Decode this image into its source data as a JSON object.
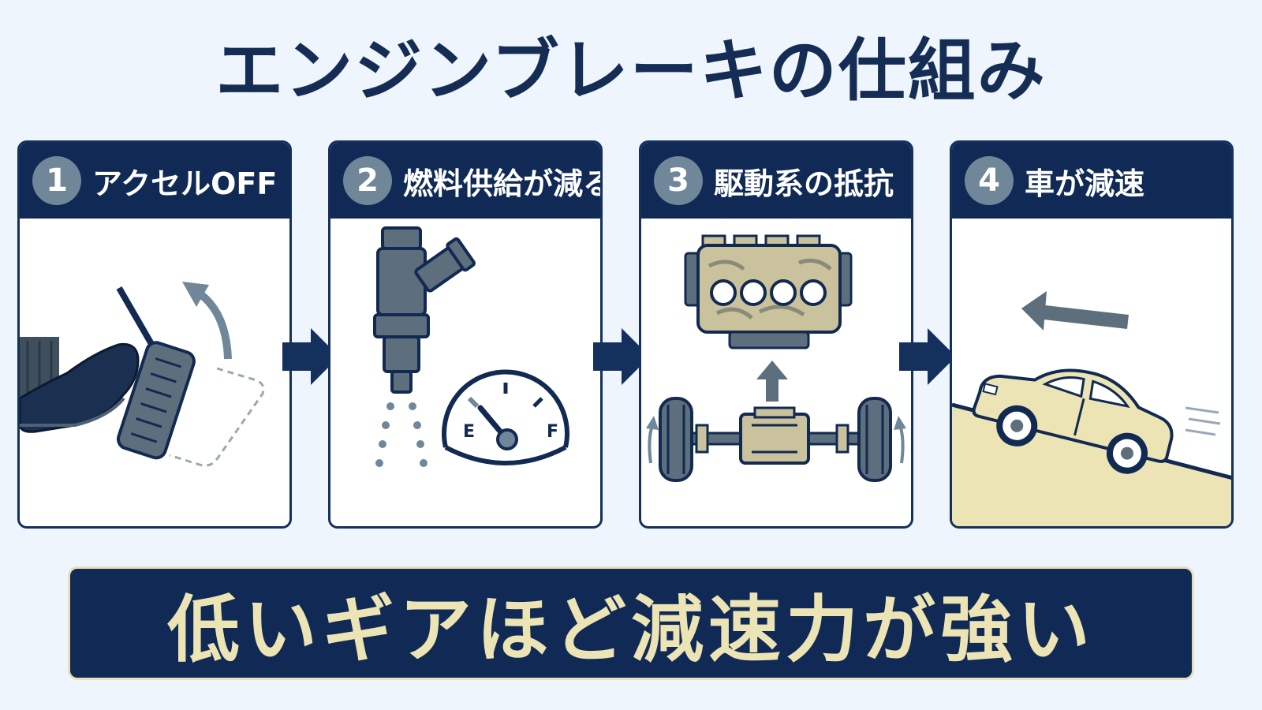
{
  "title": "エンジンブレーキの仕組み",
  "steps": [
    {
      "number": "1",
      "label": "アクセルOFF",
      "icon": "foot-pedal-icon"
    },
    {
      "number": "2",
      "label": "燃料供給が減る",
      "icon": "fuel-injector-gauge-icon"
    },
    {
      "number": "3",
      "label": "駆動系の抵抗",
      "icon": "engine-drivetrain-icon"
    },
    {
      "number": "4",
      "label": "車が減速",
      "icon": "car-slope-icon"
    }
  ],
  "gauge": {
    "empty_label": "E",
    "full_label": "F"
  },
  "bottom_message": "低いギアほど減速力が強い",
  "colors": {
    "navy": "#102a55",
    "slate": "#6f8799",
    "cream": "#ece4b4",
    "background": "#eef5fc"
  }
}
